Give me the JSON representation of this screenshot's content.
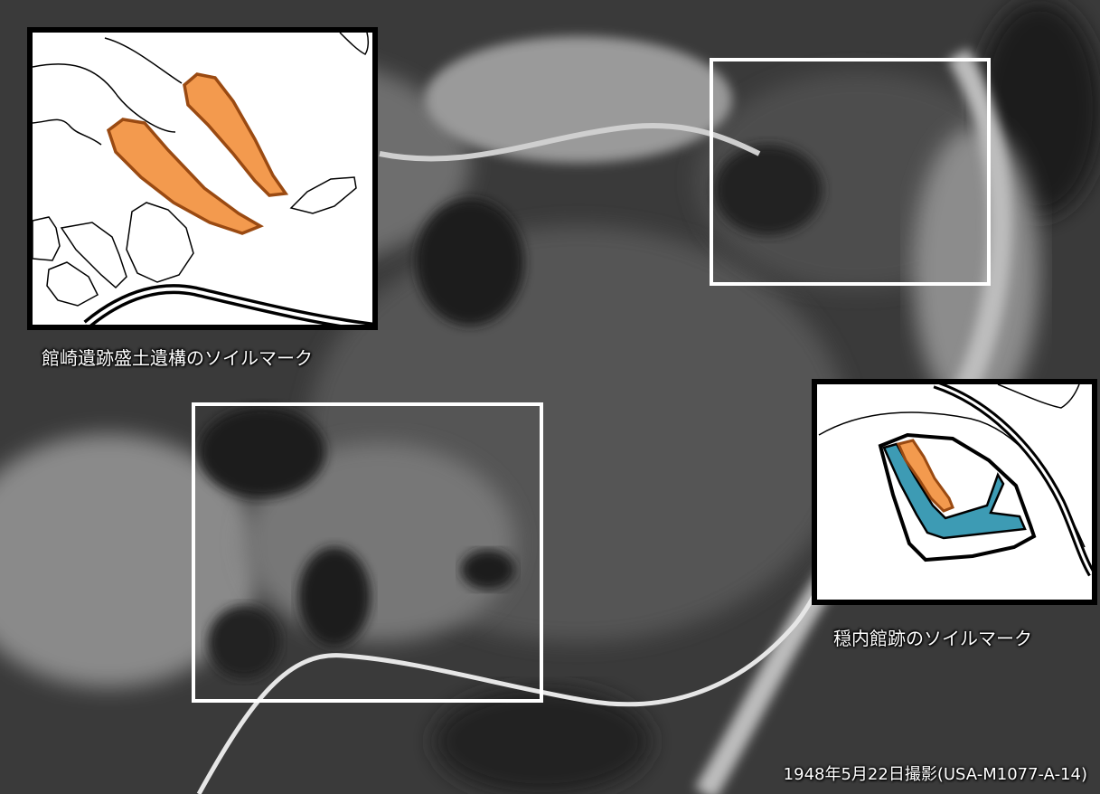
{
  "captions": {
    "inset_left": "館崎遺跡盛土遺構のソイルマーク",
    "inset_right": "穏内館跡のソイルマーク",
    "credit": "1948年5月22日撮影(USA-M1077-A-14)"
  },
  "colors": {
    "soil_mark_orange": "#f39a4e",
    "soil_mark_orange_stroke": "#9a4a12",
    "soil_mark_blue": "#3d9bb4",
    "frame_white": "#ffffff",
    "inset_border": "#000000"
  }
}
